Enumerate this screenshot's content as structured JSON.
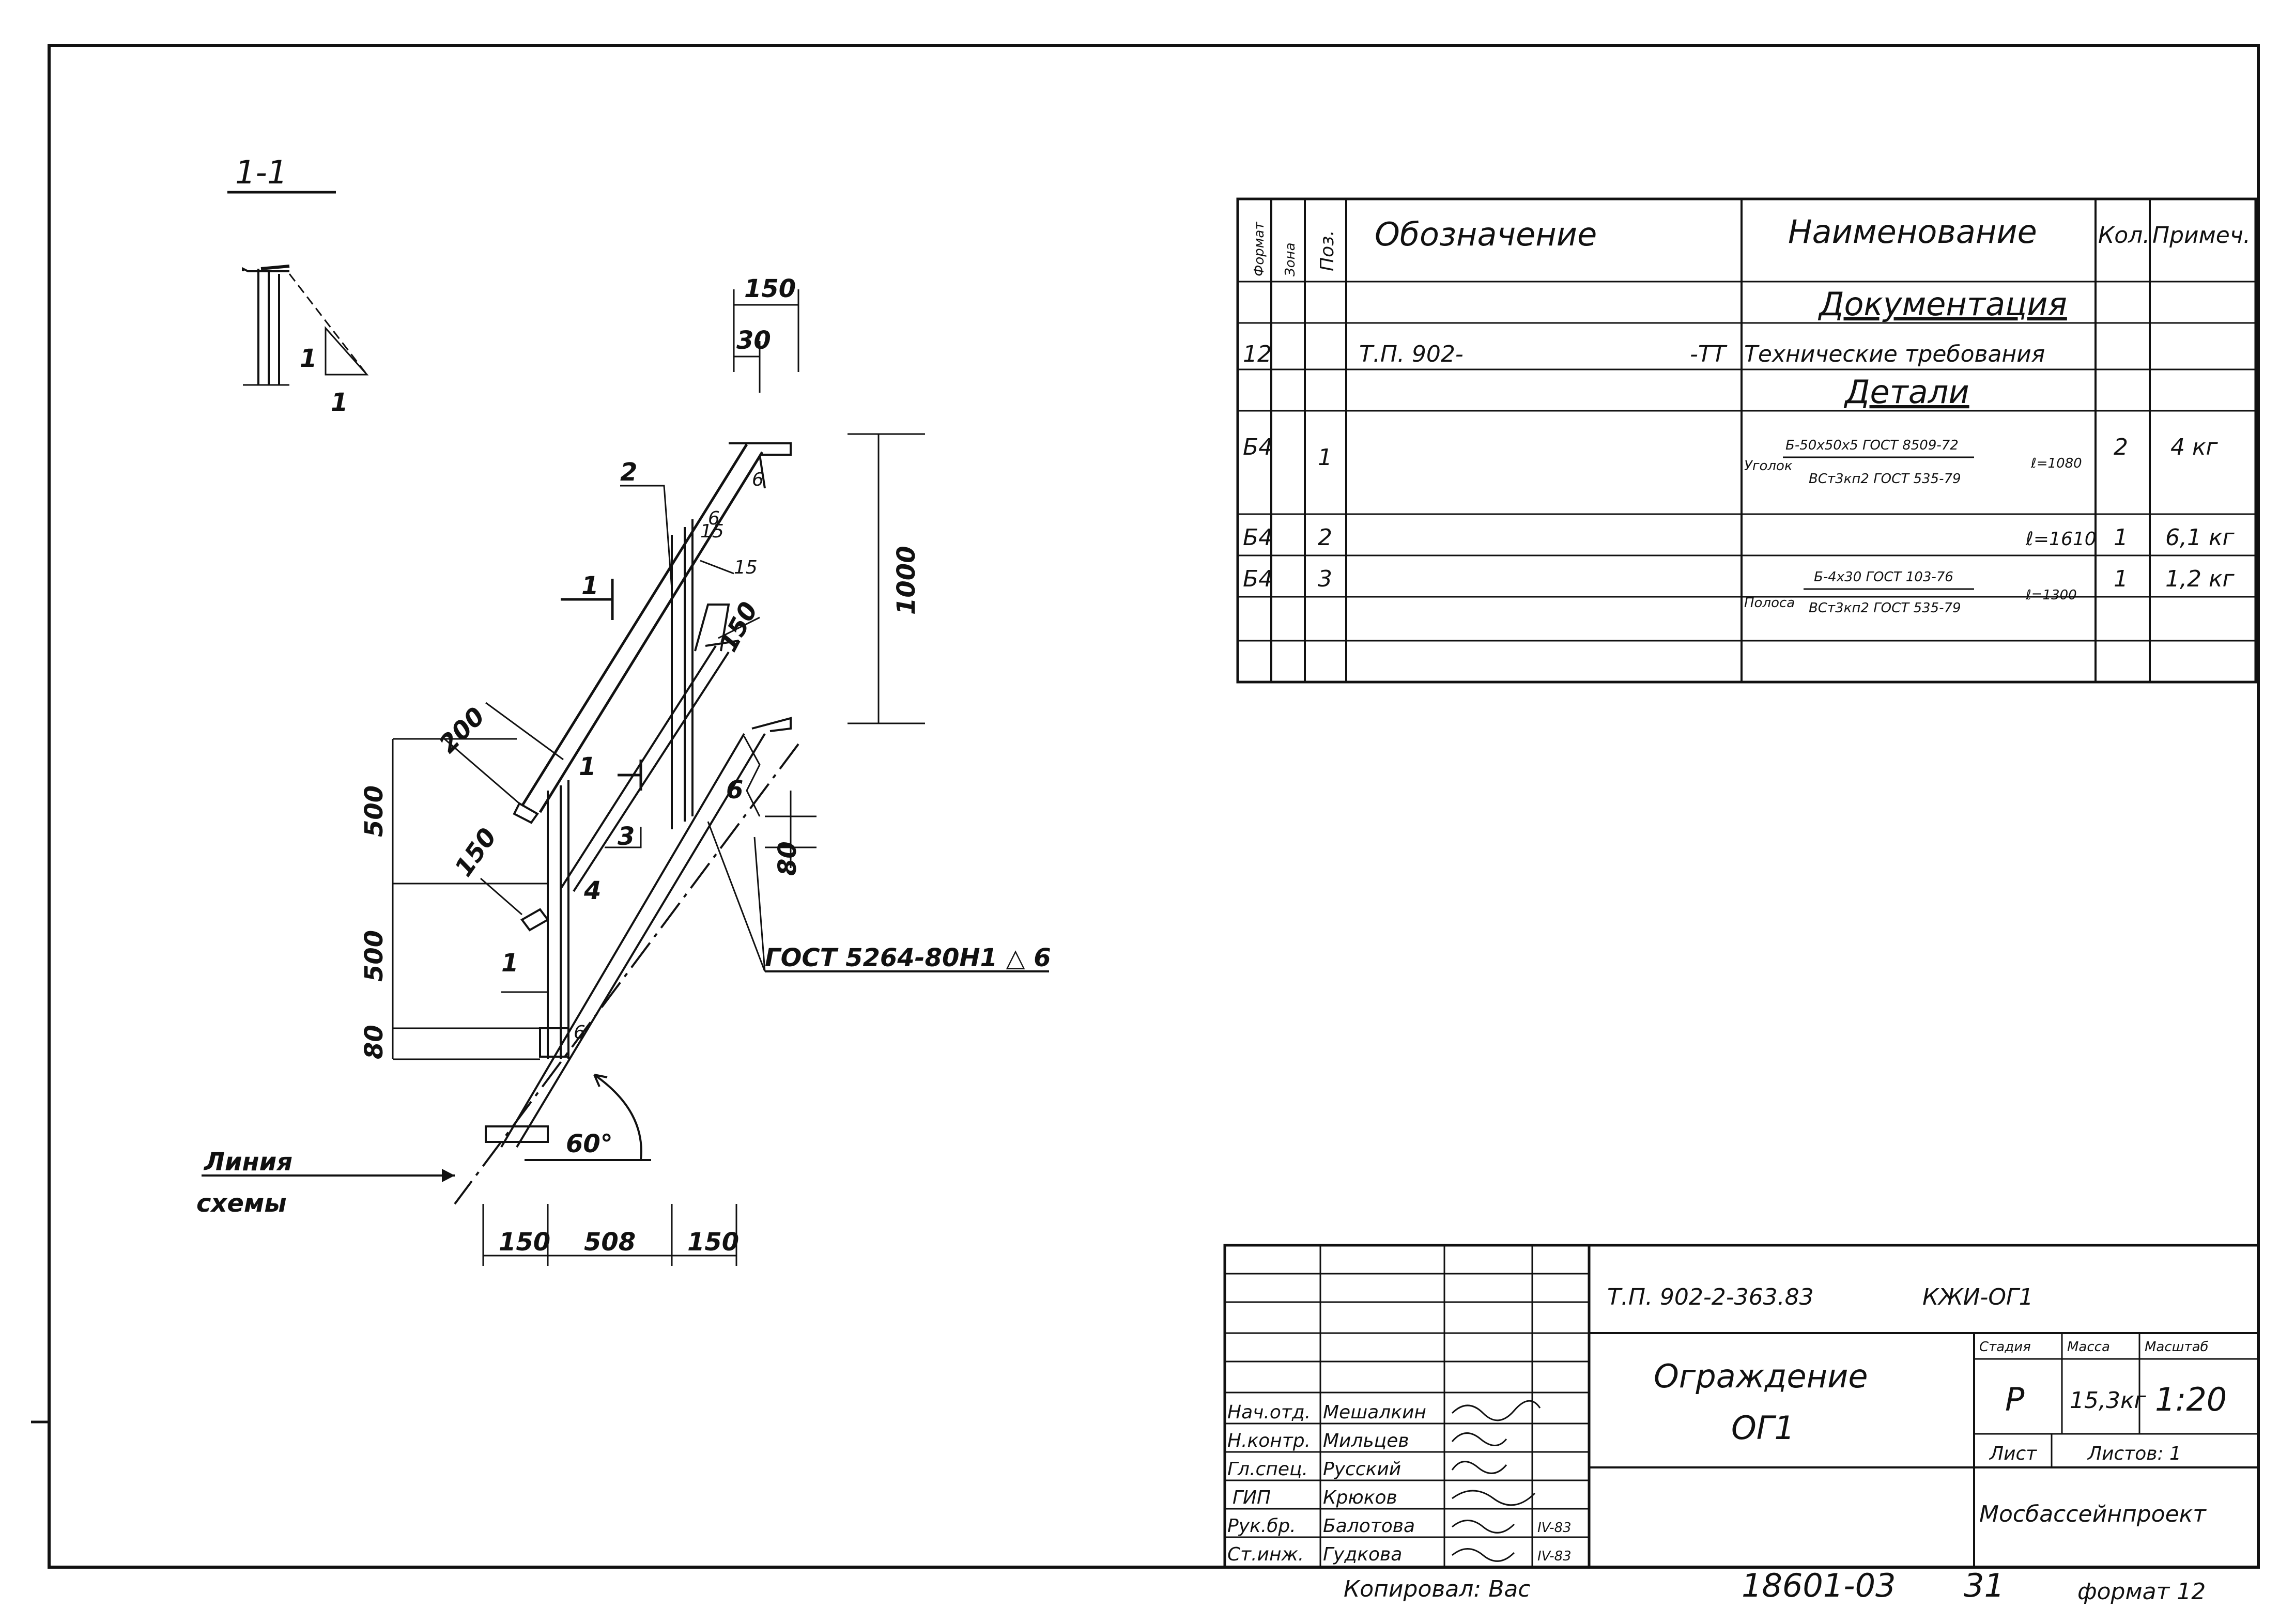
{
  "section": {
    "label": "1-1"
  },
  "slope": {
    "rise": "1",
    "run": "1"
  },
  "dims": {
    "d150_top": "150",
    "d30": "30",
    "d1000": "1000",
    "d15a": "15",
    "d15b": "15",
    "d150_mid": "150",
    "d200": "200",
    "d500a": "500",
    "d500b": "500",
    "d150_lower": "150",
    "d80_left": "80",
    "d80_right": "80",
    "d150_bl": "150",
    "d508": "508",
    "d150_br": "150",
    "angle": "60°"
  },
  "marks": {
    "m1": "1",
    "m2": "2",
    "m3": "3",
    "m4": "4",
    "m6a": "6",
    "m6b": "6",
    "m6c": "6",
    "m6d": "6",
    "m1b": "1",
    "m1c": "1"
  },
  "weld": "ГОСТ 5264-80Н1 △ 6",
  "scheme_line": {
    "line1": "Линия",
    "line2": "схемы"
  },
  "spec": {
    "headers": {
      "format": "Формат",
      "zone": "Зона",
      "pos": "Поз.",
      "designation": "Обозначение",
      "name": "Наименование",
      "qty": "Кол.",
      "note": "Примеч."
    },
    "section_docs": "Документация",
    "row_docs": {
      "format": "12",
      "designation": "Т.П. 902-",
      "suffix": "-ТТ",
      "name": "Технические требования"
    },
    "section_parts": "Детали",
    "rows": [
      {
        "format": "Б4",
        "pos": "1",
        "prefix": "Уголок",
        "name_top": "Б-50х50х5 ГОСТ 8509-72",
        "name_bot": "ВСт3кп2 ГОСТ 535-79",
        "len": "ℓ=1080",
        "qty": "2",
        "note": "4 кг"
      },
      {
        "format": "Б4",
        "pos": "2",
        "prefix": "",
        "name_top": "",
        "name_bot": "",
        "len": "ℓ=1610",
        "qty": "1",
        "note": "6,1 кг"
      },
      {
        "format": "Б4",
        "pos": "3",
        "prefix": "Полоса",
        "name_top": "Б-4х30 ГОСТ 103-76",
        "name_bot": "ВСт3кп2 ГОСТ 535-79",
        "len": "ℓ=1300",
        "qty": "1",
        "note": "1,2 кг"
      }
    ]
  },
  "title_block": {
    "code": "Т.П. 902-2-363.83",
    "mark": "КЖИ-ОГ1",
    "title_line1": "Ограждение",
    "title_line2": "ОГ1",
    "stage_label": "Стадия",
    "mass_label": "Масса",
    "scale_label": "Масштаб",
    "stage": "Р",
    "mass": "15,3кг",
    "scale": "1:20",
    "sheet_label": "Лист",
    "sheets_label": "Листов: 1",
    "org": "Мосбассейнпроект",
    "people": [
      {
        "role": "Нач.отд.",
        "name": "Мешалкин",
        "date": ""
      },
      {
        "role": "Н.контр.",
        "name": "Мильцев",
        "date": ""
      },
      {
        "role": "Гл.спец.",
        "name": "Русский",
        "date": ""
      },
      {
        "role": "ГИП",
        "name": "Крюков",
        "date": ""
      },
      {
        "role": "Рук.бр.",
        "name": "Балотова",
        "date": "IV-83"
      },
      {
        "role": "Ст.инж.",
        "name": "Гудкова",
        "date": "IV-83"
      }
    ]
  },
  "footer": {
    "copied": "Копировал: Вас",
    "number": "18601-03",
    "page": "31",
    "format": "формат 12"
  }
}
